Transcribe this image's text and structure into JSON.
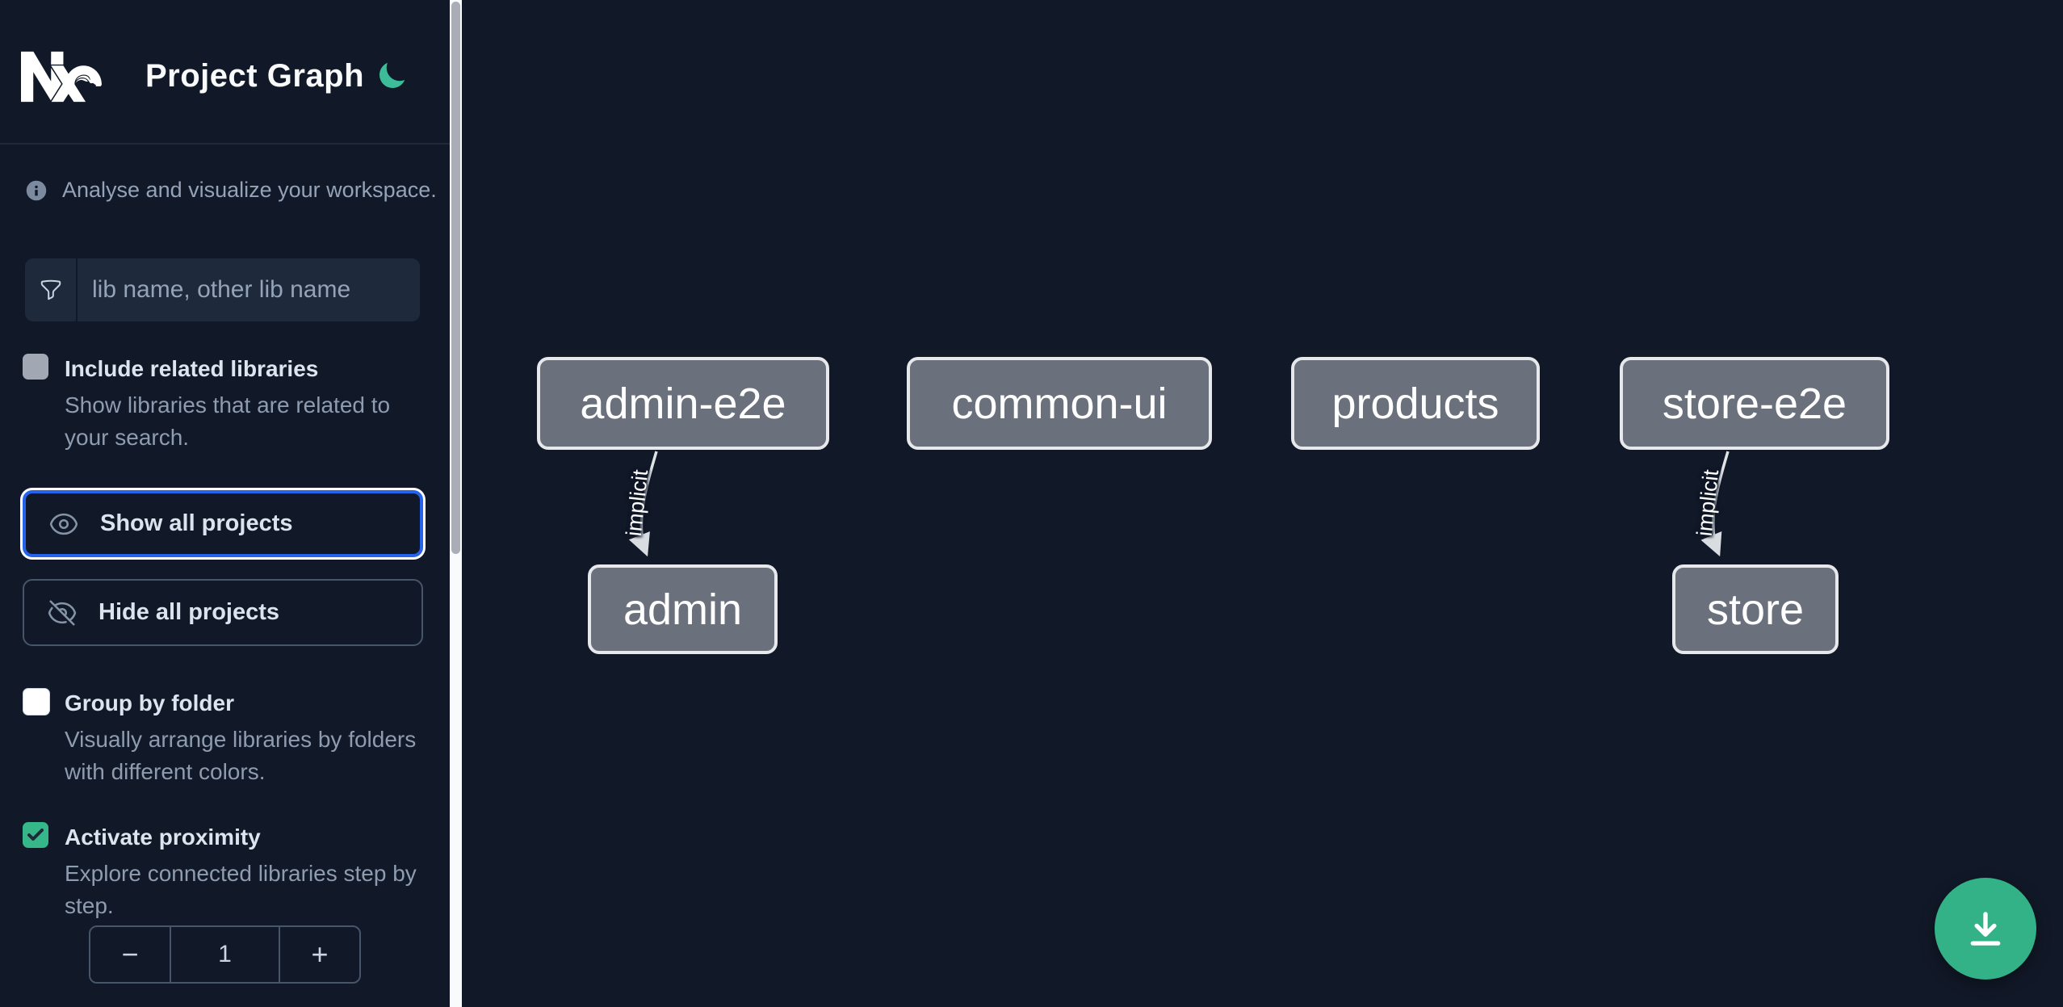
{
  "app": {
    "title": "Project Graph"
  },
  "colors": {
    "background": "#111827",
    "accent_green": "#32b286",
    "focus_blue": "#2563eb",
    "node_fill": "#6a707c",
    "node_border": "#e6e8eb",
    "muted_text": "#94a3b8"
  },
  "sidebar": {
    "info_text": "Analyse and visualize your workspace.",
    "search": {
      "placeholder": "lib name, other lib name",
      "value": ""
    },
    "include_related": {
      "label": "Include related libraries",
      "description": "Show libraries that are related to your search.",
      "checked": false
    },
    "show_all_label": "Show all projects",
    "hide_all_label": "Hide all projects",
    "group_by_folder": {
      "label": "Group by folder",
      "description": "Visually arrange libraries by folders with different colors.",
      "checked": false
    },
    "activate_proximity": {
      "label": "Activate proximity",
      "description": "Explore connected libraries step by step.",
      "checked": true
    },
    "proximity_stepper": {
      "decrement": "−",
      "value": "1",
      "increment": "+"
    }
  },
  "graph": {
    "nodes": [
      {
        "label": "admin-e2e"
      },
      {
        "label": "common-ui"
      },
      {
        "label": "products"
      },
      {
        "label": "store-e2e"
      },
      {
        "label": "admin"
      },
      {
        "label": "store"
      }
    ],
    "edges": [
      {
        "source": "admin-e2e",
        "target": "admin",
        "label": "implicit"
      },
      {
        "source": "store-e2e",
        "target": "store",
        "label": "implicit"
      }
    ]
  }
}
